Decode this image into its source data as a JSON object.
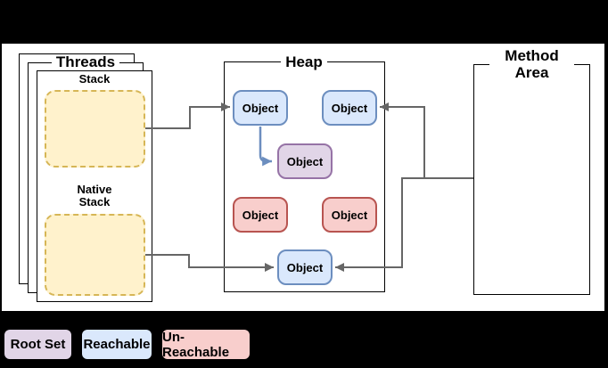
{
  "colors": {
    "outer_bg": "#000000",
    "page_bg": "#ffffff",
    "frame_stroke": "#000000",
    "arrow": "#666666",
    "root_fill": "#E1D5E7",
    "root_stroke": "#9673A6",
    "reachable_fill": "#DAE8FC",
    "reachable_stroke": "#6C8EBF",
    "unreachable_fill": "#F8CECC",
    "unreachable_stroke": "#B85450",
    "stack_fill": "#FFF2CC",
    "stack_stroke": "#D6B656"
  },
  "threads": {
    "title": "Threads",
    "stack_label": "Stack",
    "native_stack_line1": "Native",
    "native_stack_line2": "Stack"
  },
  "heap": {
    "title": "Heap",
    "objects": [
      {
        "label": "Object",
        "kind": "reachable"
      },
      {
        "label": "Object",
        "kind": "reachable"
      },
      {
        "label": "Object",
        "kind": "root"
      },
      {
        "label": "Object",
        "kind": "unreachable"
      },
      {
        "label": "Object",
        "kind": "unreachable"
      },
      {
        "label": "Object",
        "kind": "reachable"
      }
    ]
  },
  "method_area": {
    "title_line1": "Method",
    "title_line2": "Area"
  },
  "legend": {
    "items": [
      {
        "label": "Root Set",
        "kind": "root"
      },
      {
        "label": "Reachable",
        "kind": "reachable"
      },
      {
        "label": "Un-Reachable",
        "kind": "unreachable"
      }
    ]
  }
}
